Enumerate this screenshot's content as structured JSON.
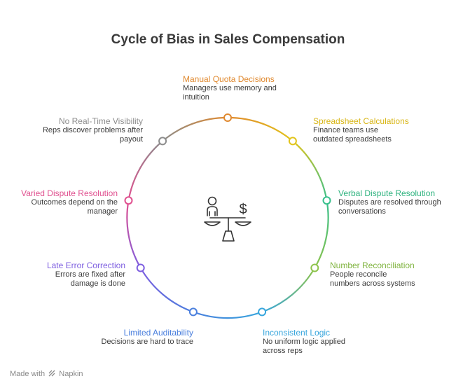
{
  "title": "Cycle of Bias in Sales Compensation",
  "steps": [
    {
      "title": "Manual Quota Decisions",
      "desc": "Managers use memory and intuition",
      "color": "#e0892f"
    },
    {
      "title": "Spreadsheet Calculations",
      "desc": "Finance teams use outdated spreadsheets",
      "color": "#e2c41a"
    },
    {
      "title": "Verbal Dispute Resolution",
      "desc": "Disputes are resolved through conversations",
      "color": "#38c08c"
    },
    {
      "title": "Number Reconciliation",
      "desc": "People reconcile numbers across systems",
      "color": "#8dc34a"
    },
    {
      "title": "Inconsistent Logic",
      "desc": "No uniform logic applied across reps",
      "color": "#38a6dd"
    },
    {
      "title": "Limited Auditability",
      "desc": "Decisions are hard to trace",
      "color": "#4a7fdd"
    },
    {
      "title": "Late Error Correction",
      "desc": "Errors are fixed after damage is done",
      "color": "#7d5ee0"
    },
    {
      "title": "Varied Dispute Resolution",
      "desc": "Outcomes depend on the manager",
      "color": "#e0508f"
    },
    {
      "title": "No Real-Time Visibility",
      "desc": "Reps discover problems after payout",
      "color": "#8c8c8c"
    }
  ],
  "footer": {
    "prefix": "Made with",
    "brand": "Napkin"
  },
  "icons": {
    "center": "person-dollar-scale-icon",
    "footer": "napkin-logo-icon"
  }
}
